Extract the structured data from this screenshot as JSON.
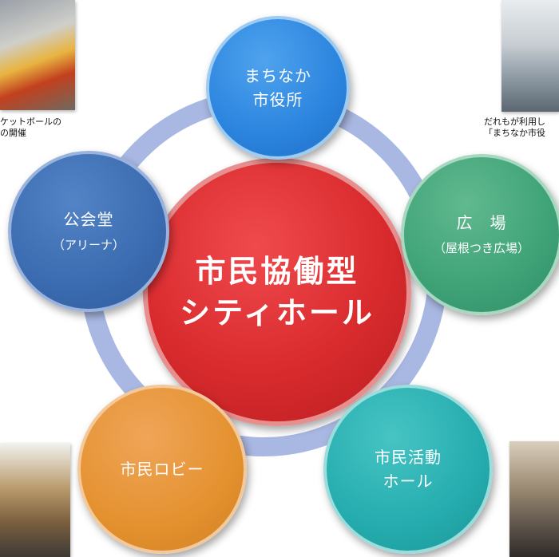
{
  "center": {
    "line1": "市民協働型",
    "line2": "シティホール"
  },
  "nodes": {
    "top": {
      "line1": "まちなか",
      "line2": "市役所"
    },
    "left": {
      "line1": "公会堂",
      "line2": "（アリーナ）"
    },
    "right": {
      "line1": "広　場",
      "line2": "（屋根つき広場）"
    },
    "bottom_left": {
      "line1": "市民ロビー"
    },
    "bottom_right": {
      "line1": "市民活動",
      "line2": "ホール"
    }
  },
  "captions": {
    "top_left": {
      "line1": "ケットボールの",
      "line2": "の開催"
    },
    "top_right": {
      "line1": "だれもが利用し",
      "line2": "「まちなか市役"
    }
  },
  "colors": {
    "center": "#d92b2e",
    "top": "#2b84de",
    "left": "#3b6bb0",
    "right": "#3ea277",
    "bottom_left": "#e4912f",
    "bottom_right": "#25acae",
    "ring": "#a9b8e2"
  }
}
